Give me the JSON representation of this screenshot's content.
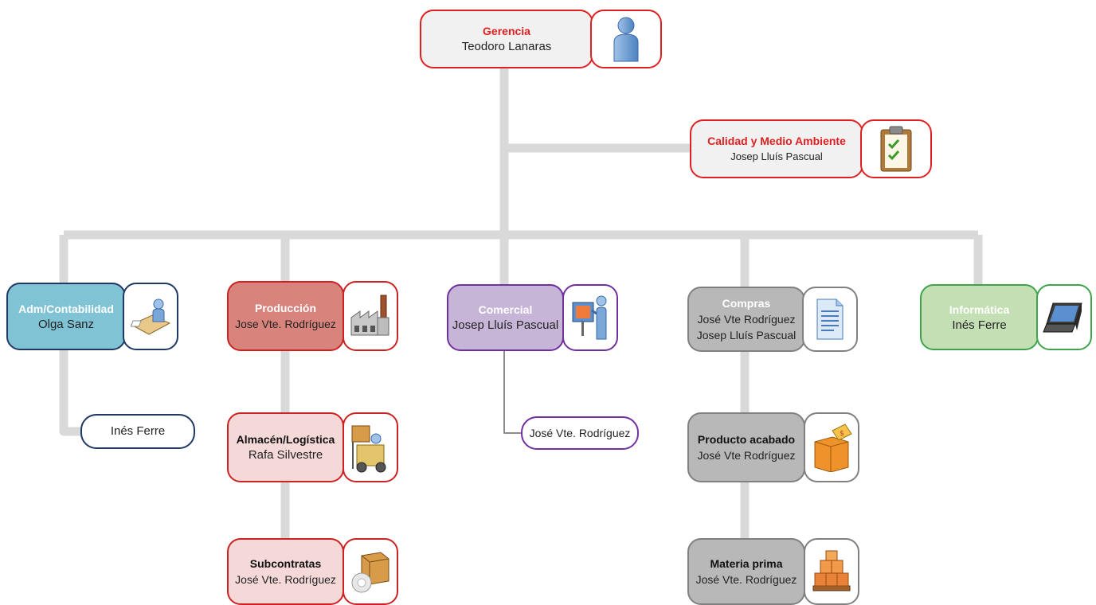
{
  "colors": {
    "connector": "#d9d9d9",
    "red_border": "#e02020",
    "red_title": "#e02020",
    "prod_fill": "#d9837d",
    "prod_border": "#cc2222",
    "pink_fill": "#f5d9d8",
    "blue_fill": "#7fc3d5",
    "blue_border": "#1f3864",
    "purple_fill": "#c7b5d8",
    "purple_border": "#7030a0",
    "grey_fill": "#b8b8b8",
    "grey_border": "#808080",
    "green_fill": "#c5dfb4",
    "green_border": "#3fa34d",
    "light_fill": "#f1f1f1"
  },
  "nodes": {
    "gerencia": {
      "title": "Gerencia",
      "person": "Teodoro Lanaras",
      "icon": "person-icon"
    },
    "calidad": {
      "title": "Calidad y Medio Ambiente",
      "person": "Josep Lluís Pascual",
      "icon": "clipboard-checklist-icon"
    },
    "adm": {
      "title": "Adm/Contabilidad",
      "person": "Olga Sanz",
      "icon": "office-worker-icon"
    },
    "adm_sub": {
      "person": "Inés Ferre"
    },
    "produccion": {
      "title": "Producción",
      "person": "Jose Vte. Rodríguez",
      "icon": "factory-icon"
    },
    "almacen": {
      "title": "Almacén/Logística",
      "person": "Rafa Silvestre",
      "icon": "forklift-icon"
    },
    "subcontratas": {
      "title": "Subcontratas",
      "person": "José Vte. Rodríguez",
      "icon": "packages-icon"
    },
    "comercial": {
      "title": "Comercial",
      "person": "Josep Lluís Pascual",
      "icon": "presenter-icon"
    },
    "comercial_sub": {
      "person": "José Vte. Rodríguez"
    },
    "compras": {
      "title": "Compras",
      "person": "José Vte Rodríguez",
      "person2": "Josep Lluís Pascual",
      "icon": "document-icon"
    },
    "producto": {
      "title": "Producto acabado",
      "person": "José Vte Rodríguez",
      "icon": "box-price-tag-icon"
    },
    "materia": {
      "title": "Materia prima",
      "person": "José Vte. Rodríguez",
      "icon": "pallet-boxes-icon"
    },
    "informatica": {
      "title": "Informática",
      "person": "Inés Ferre",
      "icon": "laptop-icon"
    }
  }
}
